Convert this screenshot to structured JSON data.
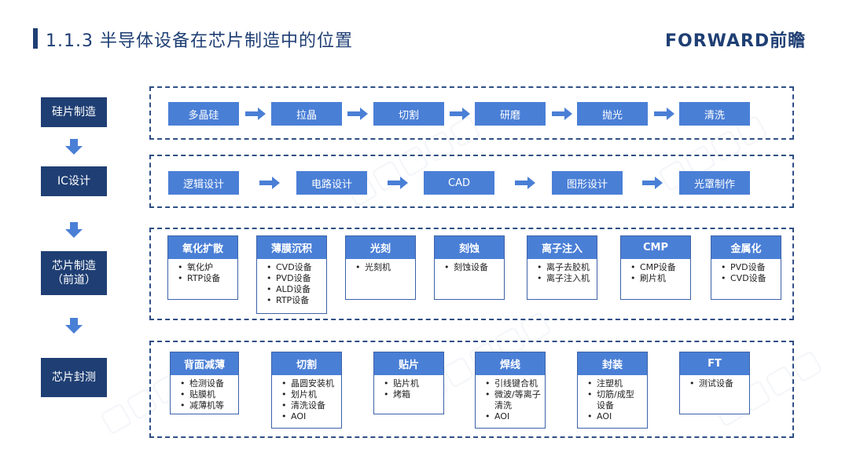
{
  "header": {
    "title": "1.1.3 半导体设备在芯片制造中的位置",
    "logo": "FORWARD前瞻"
  },
  "stages": [
    {
      "label": "硅片制造"
    },
    {
      "label": "IC设计"
    },
    {
      "label": "芯片制造\n（前道）"
    },
    {
      "label": "芯片封测"
    }
  ],
  "wafer_flow": [
    "多晶硅",
    "拉晶",
    "切割",
    "研磨",
    "抛光",
    "清洗"
  ],
  "ic_flow": [
    "逻辑设计",
    "电路设计",
    "CAD",
    "图形设计",
    "光罩制作"
  ],
  "front_end": [
    {
      "title": "氧化扩散",
      "items": [
        "氧化炉",
        "RTP设备"
      ]
    },
    {
      "title": "薄膜沉积",
      "items": [
        "CVD设备",
        "PVD设备",
        "ALD设备",
        "RTP设备"
      ]
    },
    {
      "title": "光刻",
      "items": [
        "光刻机"
      ]
    },
    {
      "title": "刻蚀",
      "items": [
        "刻蚀设备"
      ]
    },
    {
      "title": "离子注入",
      "items": [
        "离子去胶机",
        "离子注入机"
      ]
    },
    {
      "title": "CMP",
      "items": [
        "CMP设备",
        "刷片机"
      ]
    },
    {
      "title": "金属化",
      "items": [
        "PVD设备",
        "CVD设备"
      ]
    }
  ],
  "back_end": [
    {
      "title": "背面减薄",
      "items": [
        "检测设备",
        "贴膜机",
        "减薄机等"
      ]
    },
    {
      "title": "切割",
      "items": [
        "晶圆安装机",
        "划片机",
        "清洗设备",
        "AOI"
      ]
    },
    {
      "title": "贴片",
      "items": [
        "贴片机",
        "烤箱"
      ]
    },
    {
      "title": "焊线",
      "items": [
        "引线键合机",
        "微波/等离子\n清洗",
        "AOI"
      ]
    },
    {
      "title": "封装",
      "items": [
        "注塑机",
        "切筋/成型\n设备",
        "AOI"
      ]
    },
    {
      "title": "FT",
      "items": [
        "测试设备"
      ]
    }
  ],
  "colors": {
    "navy": "#1f3f74",
    "box_blue": "#4a7fd6",
    "dash": "#2f4f85"
  }
}
